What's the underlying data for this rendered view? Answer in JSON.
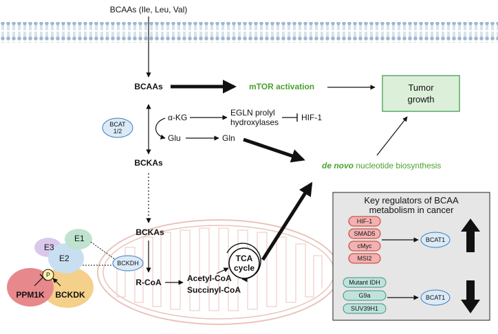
{
  "input": "BCAAs (Ile, Leu, Val)",
  "nodes": {
    "bcaas": "BCAAs",
    "bckas": "BCKAs",
    "bckas_mito": "BCKAs",
    "rcoa": "R-CoA",
    "acetyl": "Acetyl-CoA",
    "succinyl": "Succinyl-CoA",
    "tca_line1": "TCA",
    "tca_line2": "cycle",
    "akg": "α-KG",
    "glu": "Glu",
    "gln": "Gln",
    "egln_line1": "EGLN prolyl",
    "egln_line2": "hydroxylases",
    "hif1": "HIF-1",
    "bcat_line1": "BCAT",
    "bcat_line2": "1/2",
    "bckdh": "BCKDH",
    "e1": "E1",
    "e2": "E2",
    "e3": "E3",
    "p": "P",
    "ppm1k": "PPM1K",
    "bckdk": "BCKDK"
  },
  "outcomes": {
    "mtor": "mTOR activation",
    "tumor_line1": "Tumor",
    "tumor_line2": "growth",
    "denovo_italic": "de novo",
    "denovo_rest": " nucleotide biosynthesis"
  },
  "regulators": {
    "title_line1": "Key regulators of BCAA",
    "title_line2": "metabolism in cancer",
    "up": [
      "HIF-1",
      "SMAD5",
      "cMyc",
      "MSI2"
    ],
    "down": [
      "Mutant IDH",
      "G9a",
      "SUV39H1"
    ],
    "target_up": "BCAT1",
    "target_down": "BCAT1"
  },
  "colors": {
    "green_text": "#4aa12e",
    "tumor_fill": "#dcefd9",
    "tumor_border": "#5aa86a",
    "up_fill": "#f3b1b1",
    "up_border": "#c0392b",
    "down_fill": "#bfe3dc",
    "down_border": "#3c8f82",
    "bcat_fill": "#dbeaf7",
    "bcat_border": "#3d79b8",
    "panel_fill": "#e6e6e6",
    "membrane": "#9fb7cf",
    "mito": "#e9c3bb"
  }
}
